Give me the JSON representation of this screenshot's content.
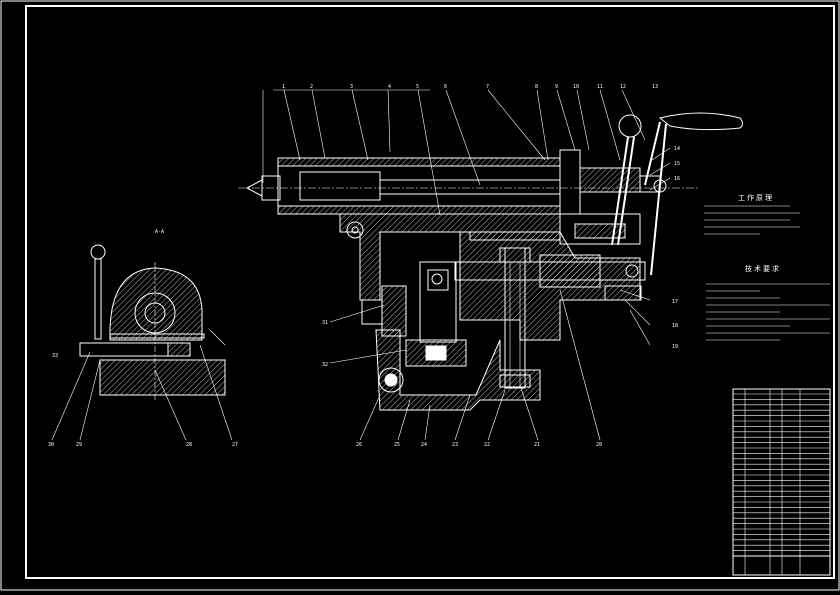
{
  "drawing": {
    "section_label": "A-A",
    "part_numbers_top": [
      "1",
      "2",
      "3",
      "4",
      "5",
      "6",
      "7",
      "8",
      "9",
      "10",
      "11",
      "12",
      "13"
    ],
    "part_numbers_right": [
      "14",
      "15",
      "16",
      "17",
      "18",
      "19"
    ],
    "part_numbers_bottom": [
      "20",
      "21",
      "22",
      "23",
      "24",
      "25",
      "26",
      "27",
      "28",
      "29",
      "30"
    ],
    "part_numbers_left": [
      "31",
      "32",
      "33"
    ],
    "notes_title_1": "工作原理",
    "notes_title_2": "技术要求"
  },
  "colors": {
    "background": "#000000",
    "linework": "#ffffff"
  }
}
